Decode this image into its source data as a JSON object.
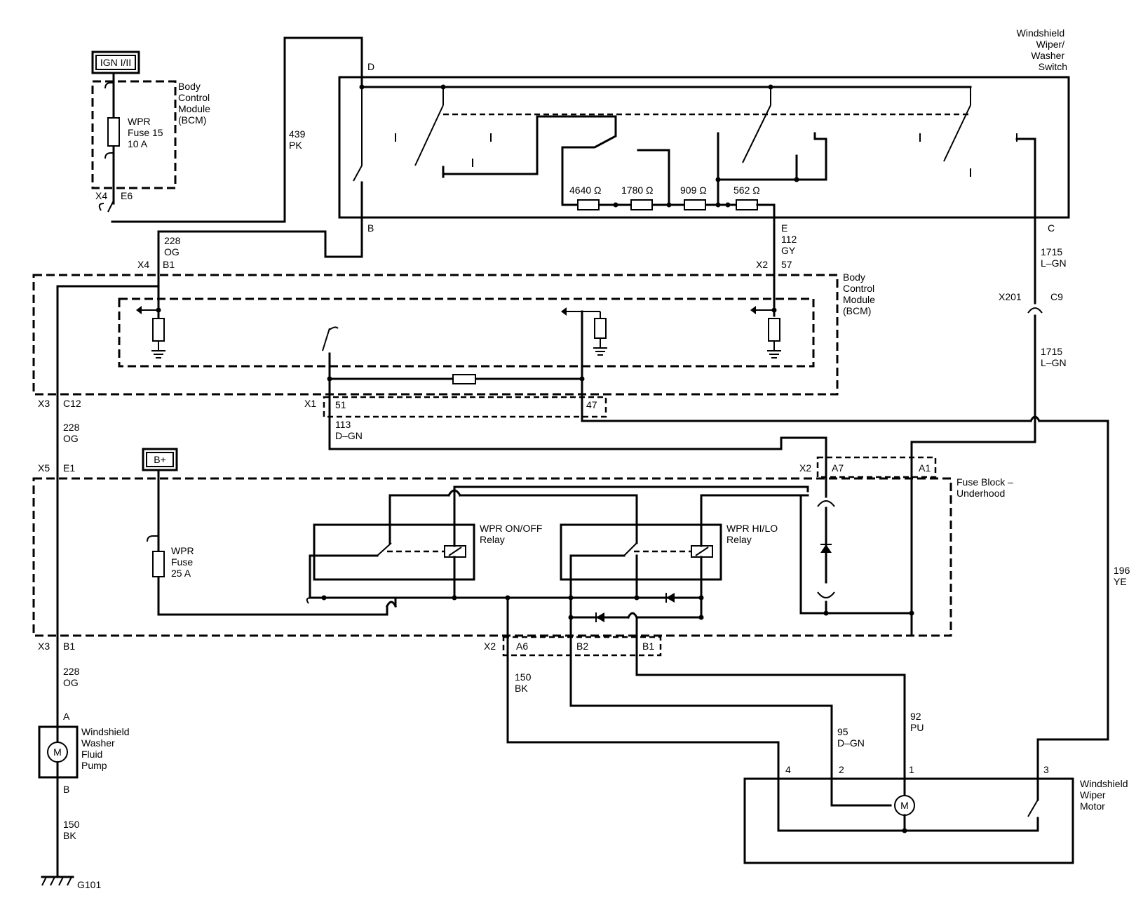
{
  "components": {
    "wiper_washer_switch": [
      "Windshield",
      "Wiper/",
      "Washer",
      "Switch"
    ],
    "bcm_top": [
      "Body",
      "Control",
      "Module",
      "(BCM)"
    ],
    "bcm_mid": [
      "Body",
      "Control",
      "Module",
      "(BCM)"
    ],
    "fuse_block": [
      "Fuse Block –",
      "Underhood"
    ],
    "onoff_relay": [
      "WPR ON/OFF",
      "Relay"
    ],
    "hilo_relay": [
      "WPR HI/LO",
      "Relay"
    ],
    "washer_pump": [
      "Windshield",
      "Washer",
      "Fluid",
      "Pump"
    ],
    "wiper_motor": [
      "Windshield",
      "Wiper",
      "Motor"
    ],
    "fuse15": [
      "WPR",
      "Fuse 15",
      "10 A"
    ],
    "fuse_wpr": [
      "WPR",
      "Fuse",
      "25 A"
    ],
    "ign": "IGN I/II",
    "bplus": "B+",
    "ground": "G101",
    "motor_symbol": "M"
  },
  "resistors": [
    "4640 Ω",
    "1780 Ω",
    "909 Ω",
    "562 Ω"
  ],
  "circuits": {
    "c439": [
      "439",
      "PK"
    ],
    "c228_top": [
      "228",
      "OG"
    ],
    "c112": [
      "112",
      "GY"
    ],
    "c1715_top": [
      "1715",
      "L–GN"
    ],
    "c1715_mid": [
      "1715",
      "L–GN"
    ],
    "c228_mid": [
      "228",
      "OG"
    ],
    "c113": [
      "113",
      "D–GN"
    ],
    "c228_bot": [
      "228",
      "OG"
    ],
    "c150_mid": [
      "150",
      "BK"
    ],
    "c150_bot": [
      "150",
      "BK"
    ],
    "c92": [
      "92",
      "PU"
    ],
    "c95": [
      "95",
      "D–GN"
    ],
    "c196": [
      "196",
      "YE"
    ]
  },
  "connectors": {
    "x4_e6": [
      "X4",
      "E6"
    ],
    "x4_b1": [
      "X4",
      "B1"
    ],
    "x2_57": [
      "X2",
      "57"
    ],
    "x201_c9": [
      "X201",
      "C9"
    ],
    "x3_c12": [
      "X3",
      "C12"
    ],
    "x1": "X1",
    "p51": "51",
    "p47": "47",
    "x5_e1": [
      "X5",
      "E1"
    ],
    "x2_a7": [
      "X2",
      "A7"
    ],
    "a1": "A1",
    "x3_b1": [
      "X3",
      "B1"
    ],
    "x2_a6": [
      "X2",
      "A6"
    ],
    "b2": "B2",
    "b1": "B1"
  },
  "pins": {
    "switch": [
      "D",
      "B",
      "E",
      "C"
    ],
    "pump": [
      "A",
      "B"
    ],
    "motor": [
      "4",
      "2",
      "1",
      "3"
    ]
  }
}
